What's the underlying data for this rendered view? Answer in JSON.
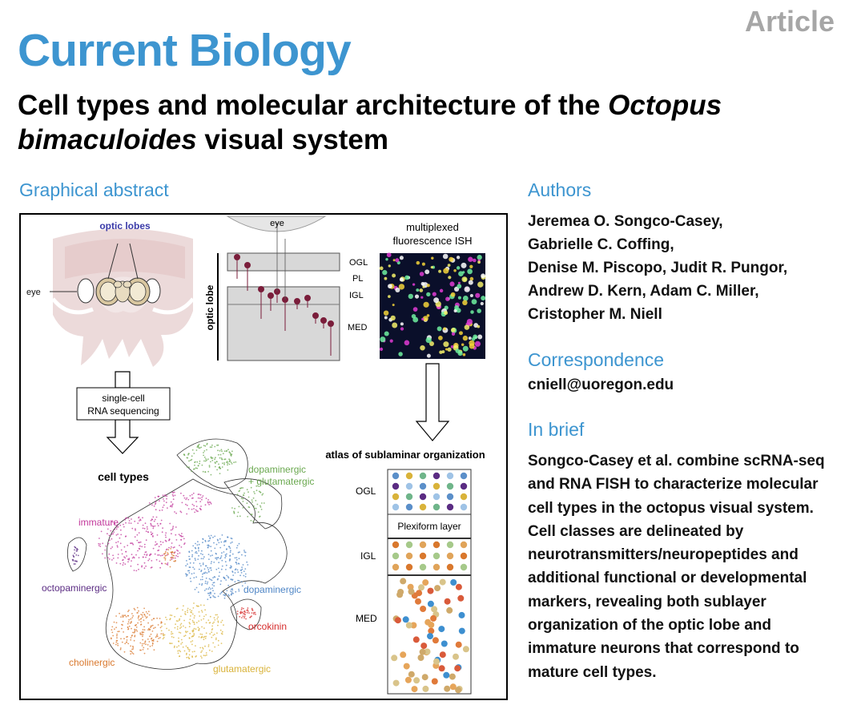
{
  "header": {
    "article_tag": "Article",
    "journal": "Current Biology",
    "title_part1": "Cell types and molecular architecture of the ",
    "title_italic1": "Octopus bimaculoides",
    "title_part2": " visual system"
  },
  "graphical_abstract": {
    "heading": "Graphical abstract",
    "labels": {
      "optic_lobes": "optic lobes",
      "eye_left": "eye",
      "eye_top": "eye",
      "optic_lobe": "optic lobe",
      "ogl": "OGL",
      "pl": "PL",
      "igl": "IGL",
      "med": "MED",
      "multiplexed_line1": "multiplexed",
      "multiplexed_line2": "fluorescence ISH",
      "scrnaseq_line1": "single-cell",
      "scrnaseq_line2": "RNA sequencing",
      "cell_types": "cell types",
      "atlas": "atlas of sublaminar organization",
      "atlas_ogl": "OGL",
      "atlas_plexiform": "Plexiform layer",
      "atlas_igl": "IGL",
      "atlas_med": "MED",
      "dopa_glut_line1": "dopaminergic",
      "dopa_glut_line2": "+ glutamatergic",
      "immature": "immature",
      "octopaminergic": "octopaminergic",
      "dopaminergic": "dopaminergic",
      "orcokinin": "orcokinin",
      "cholinergic": "cholinergic",
      "glutamatergic": "glutamatergic"
    },
    "colors": {
      "dopa_glut": "#6aa84f",
      "immature": "#c2389b",
      "octopaminergic": "#5b2c83",
      "dopaminergic": "#4f86c6",
      "orcokinin": "#d62d2d",
      "cholinergic": "#d9782d",
      "glutamatergic": "#d9b33a"
    }
  },
  "authors": {
    "heading": "Authors",
    "line1": "Jeremea O. Songco-Casey,",
    "line2": "Gabrielle C. Coffing,",
    "line3": "Denise M. Piscopo, Judit R. Pungor,",
    "line4": "Andrew D. Kern, Adam C. Miller,",
    "line5": "Cristopher M. Niell"
  },
  "correspondence": {
    "heading": "Correspondence",
    "email": "cniell@uoregon.edu"
  },
  "in_brief": {
    "heading": "In brief",
    "line1": "Songco-Casey et al. combine scRNA-seq",
    "line2": "and RNA FISH to characterize molecular",
    "line3": "cell types in the octopus visual system.",
    "line4": "Cell classes are delineated by",
    "line5": "neurotransmitters/neuropeptides and",
    "line6": "additional functional or developmental",
    "line7": "markers, revealing both sublayer",
    "line8": "organization of the optic lobe and",
    "line9": "immature neurons that correspond to",
    "line10": "mature cell types."
  }
}
